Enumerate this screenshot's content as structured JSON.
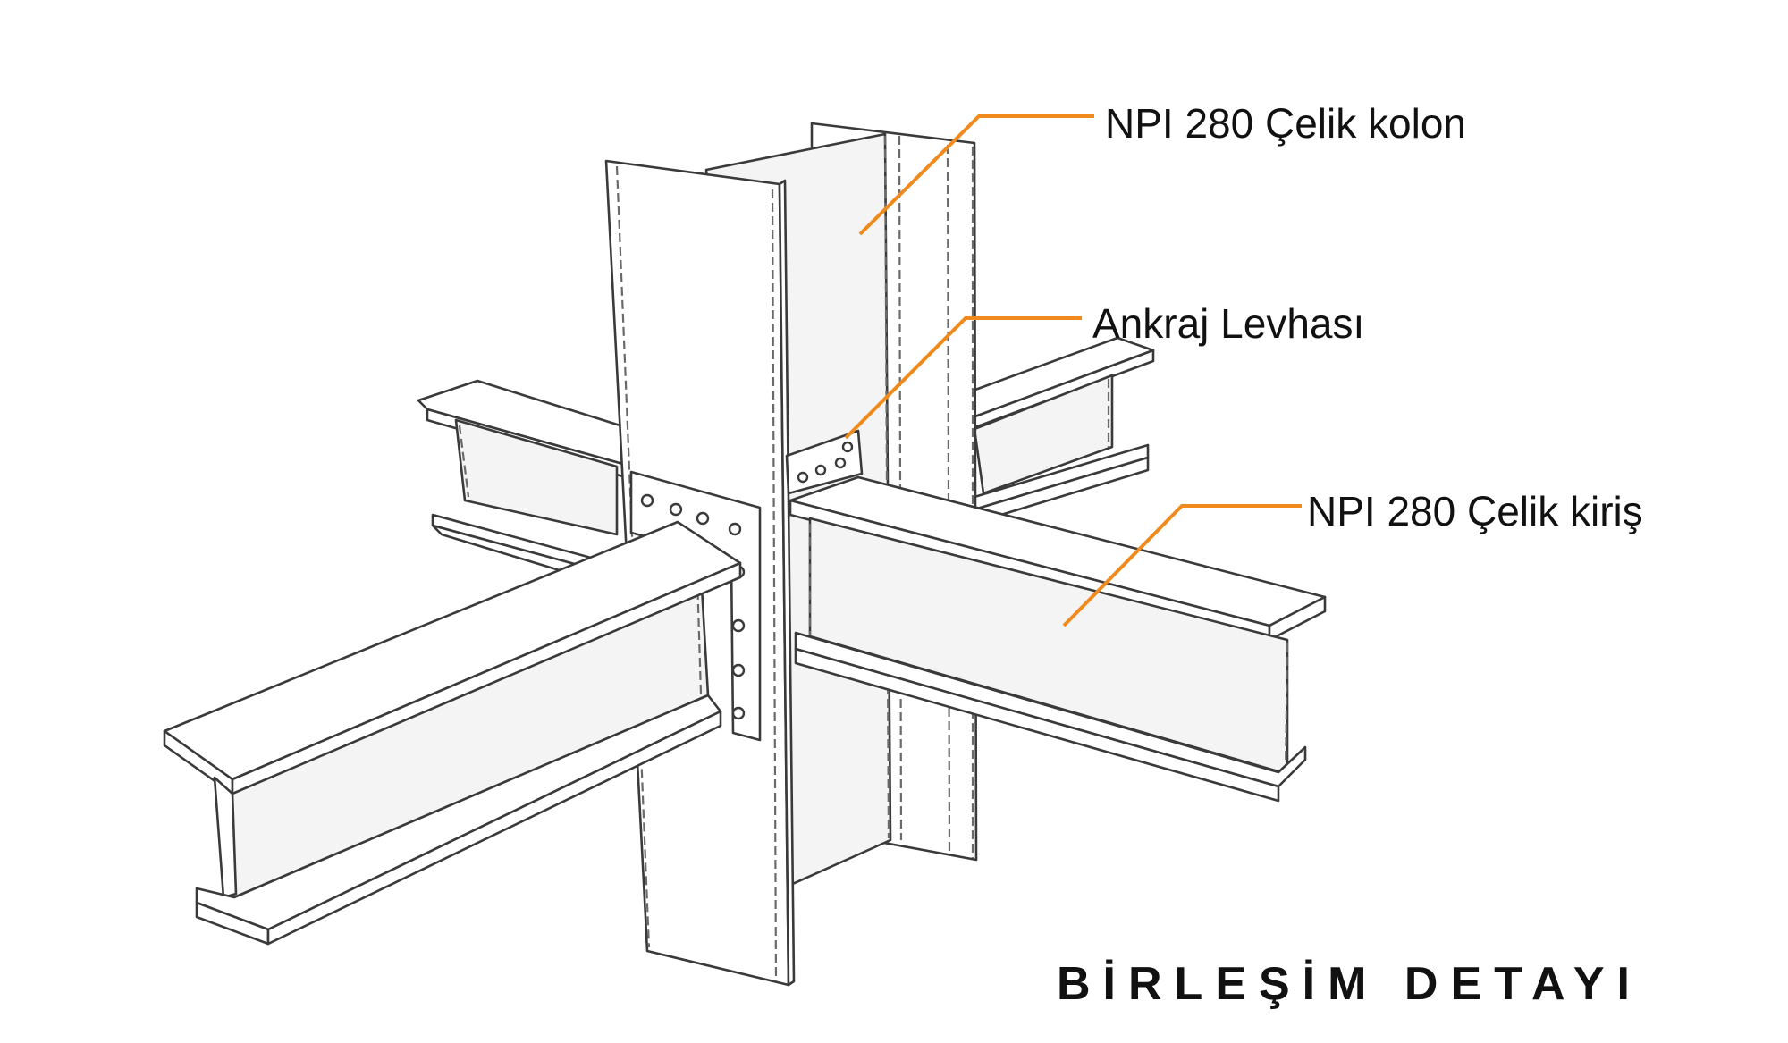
{
  "labels": {
    "column": "NPI 280 Çelik kolon",
    "plate": "Ankraj Levhası",
    "beam": "NPI 280 Çelik kiriş"
  },
  "title": "BİRLEŞİM DETAYI",
  "colors": {
    "leader": "#f08a1c",
    "line": "#3a3a3a",
    "text": "#111111",
    "background": "#ffffff"
  }
}
